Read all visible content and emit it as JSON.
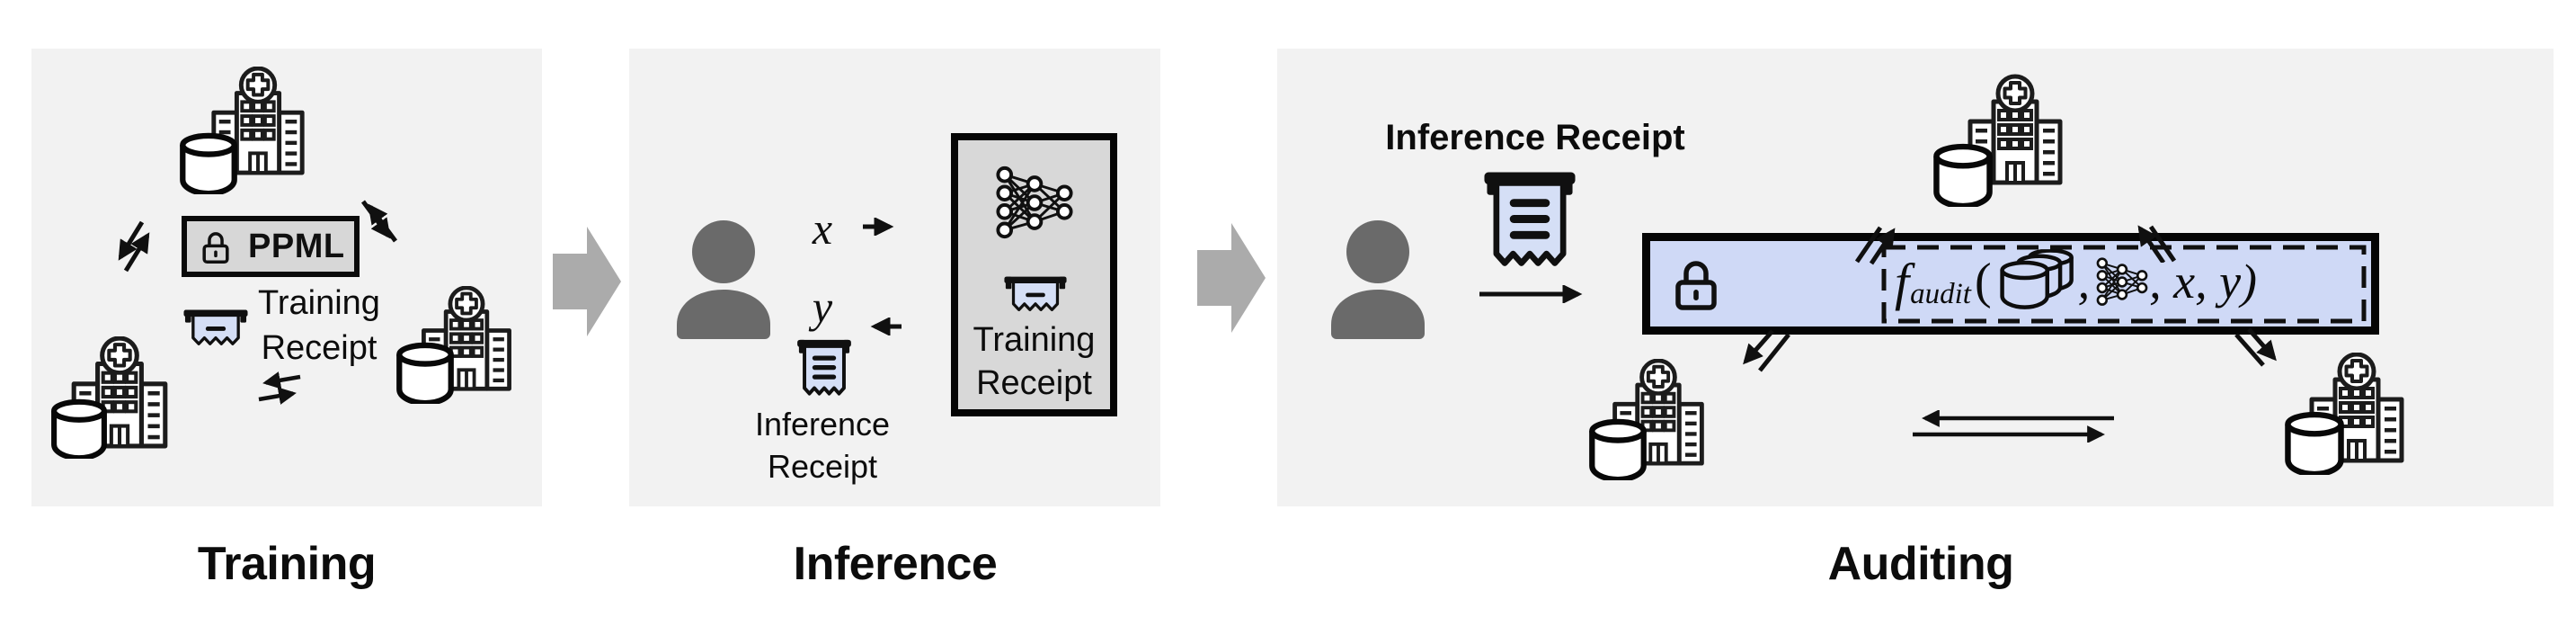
{
  "panels": {
    "training": {
      "caption": "Training",
      "ppml_box": {
        "label": "PPML"
      },
      "receipt_label": {
        "line1": "Training",
        "line2": "Receipt"
      }
    },
    "inference": {
      "caption": "Inference",
      "input_var": "x",
      "output_var": "y",
      "inference_receipt_label": {
        "line1": "Inference",
        "line2": "Receipt"
      },
      "model_box": {
        "training_receipt_label": {
          "line1": "Training",
          "line2": "Receipt"
        }
      }
    },
    "auditing": {
      "caption": "Auditing",
      "inference_receipt_label": "Inference Receipt",
      "audit_formula": {
        "f": "f",
        "sub": "audit",
        "open": "(",
        "comma": ",",
        "tail": ", x, y)"
      }
    }
  },
  "colors": {
    "panel_bg": "#f2f2f2",
    "box_gray": "#d7d7d7",
    "receipt_blue": "#d5dff6",
    "audit_blue": "#cfd9f6",
    "person_gray": "#6a6a6a",
    "flow_arrow_gray": "#ababab",
    "ink": "#101010"
  }
}
